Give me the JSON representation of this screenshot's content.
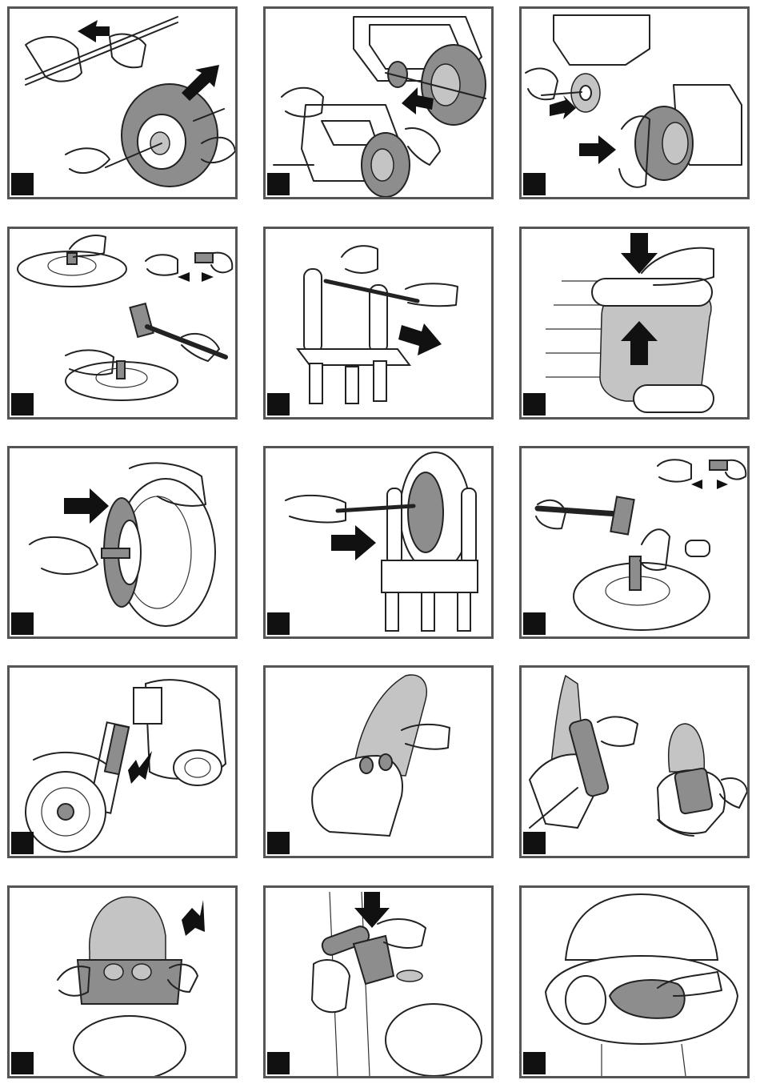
{
  "page": {
    "background": "#ffffff",
    "frame_color": "#555555",
    "badge_color": "#111111"
  },
  "panels": [
    {
      "id": 1,
      "icon": "remove-axle-from-wheel-icon"
    },
    {
      "id": 2,
      "icon": "remove-rear-wheel-icon"
    },
    {
      "id": 3,
      "icon": "insert-axle-and-wheel-icon"
    },
    {
      "id": 4,
      "icon": "hammer-cap-onto-axle-icon"
    },
    {
      "id": 5,
      "icon": "pull-rod-from-stand-icon"
    },
    {
      "id": 6,
      "icon": "press-bracket-onto-tube-icon"
    },
    {
      "id": 7,
      "icon": "attach-hubcap-to-wheel-icon"
    },
    {
      "id": 8,
      "icon": "insert-axle-into-front-wheel-icon"
    },
    {
      "id": 9,
      "icon": "hammer-cap-front-wheel-icon"
    },
    {
      "id": 10,
      "icon": "slide-fork-up-icon"
    },
    {
      "id": 11,
      "icon": "fit-windshield-icon"
    },
    {
      "id": 12,
      "icon": "attach-dashboard-icon"
    },
    {
      "id": 13,
      "icon": "press-dashboard-down-icon"
    },
    {
      "id": 14,
      "icon": "push-handlebar-down-icon"
    },
    {
      "id": 15,
      "icon": "insert-seat-cover-icon"
    }
  ]
}
